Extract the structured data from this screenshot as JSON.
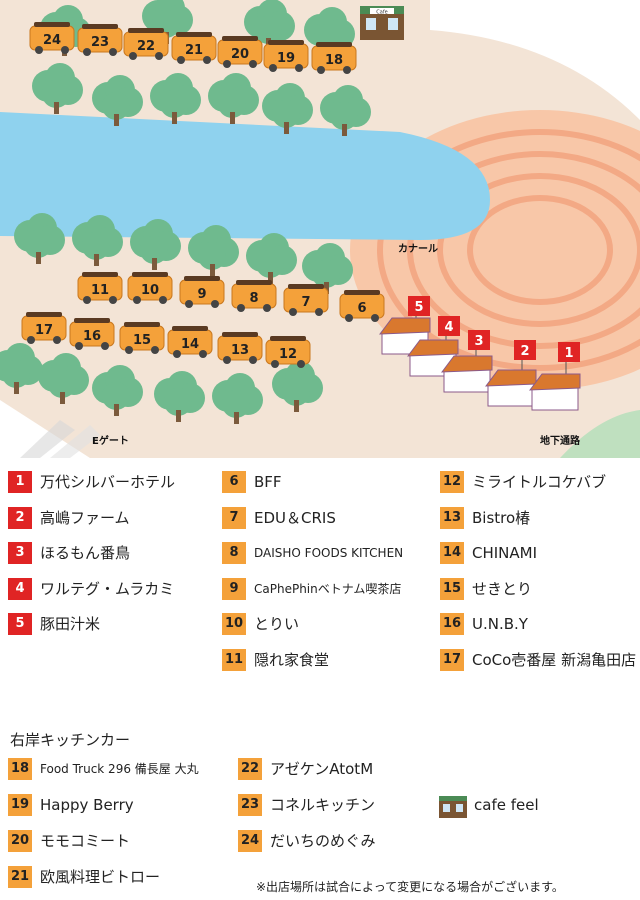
{
  "map": {
    "labels": {
      "canal": "カナール",
      "egate": "Eゲート",
      "underpass": "地下通路"
    },
    "cafe_sign": "Cafe",
    "trucks": [
      "1",
      "2",
      "3",
      "4",
      "5",
      "6",
      "7",
      "8",
      "9",
      "10",
      "11",
      "12",
      "13",
      "14",
      "15",
      "16",
      "17",
      "18",
      "19",
      "20",
      "21",
      "22",
      "23",
      "24"
    ]
  },
  "legend": {
    "left": [
      {
        "num": "1",
        "name": "万代シルバーホテル"
      },
      {
        "num": "2",
        "name": "高嶋ファーム"
      },
      {
        "num": "3",
        "name": "ほるもん番鳥"
      },
      {
        "num": "4",
        "name": "ワルテグ・ムラカミ"
      },
      {
        "num": "5",
        "name": "豚田汁米"
      }
    ],
    "middle": [
      {
        "num": "6",
        "name": "BFF"
      },
      {
        "num": "7",
        "name": "EDU＆CRIS"
      },
      {
        "num": "8",
        "name": "DAISHO FOODS KITCHEN"
      },
      {
        "num": "9",
        "name": "CaPhePhinベトナム喫茶店"
      },
      {
        "num": "10",
        "name": "とりい"
      },
      {
        "num": "11",
        "name": "隠れ家食堂"
      }
    ],
    "right": [
      {
        "num": "12",
        "name": "ミライトルコケバブ"
      },
      {
        "num": "13",
        "name": "Bistro椿"
      },
      {
        "num": "14",
        "name": "CHINAMI"
      },
      {
        "num": "15",
        "name": "せきとり"
      },
      {
        "num": "16",
        "name": "U.N.B.Y"
      },
      {
        "num": "17",
        "name": "CoCo壱番屋 新潟亀田店"
      }
    ],
    "kitchen_title": "右岸キッチンカー",
    "kitchen_left": [
      {
        "num": "18",
        "name": "Food Truck 296 備長屋 大丸"
      },
      {
        "num": "19",
        "name": "Happy Berry"
      },
      {
        "num": "20",
        "name": "モモコミート"
      },
      {
        "num": "21",
        "name": "欧風料理ビトロー"
      }
    ],
    "kitchen_right": [
      {
        "num": "22",
        "name": "アゼケンAtotM"
      },
      {
        "num": "23",
        "name": "コネルキッチン"
      },
      {
        "num": "24",
        "name": "だいちのめぐみ"
      }
    ],
    "cafe": "cafe feel",
    "note": "※出店場所は試合によって変更になる場合がございます。"
  },
  "colors": {
    "ground": "#f3e4d6",
    "water": "#8fd2ee",
    "tree": "#6fba8e",
    "truck": "#f4a13a",
    "red": "#e02424",
    "orange_rings": "#f6b693"
  }
}
